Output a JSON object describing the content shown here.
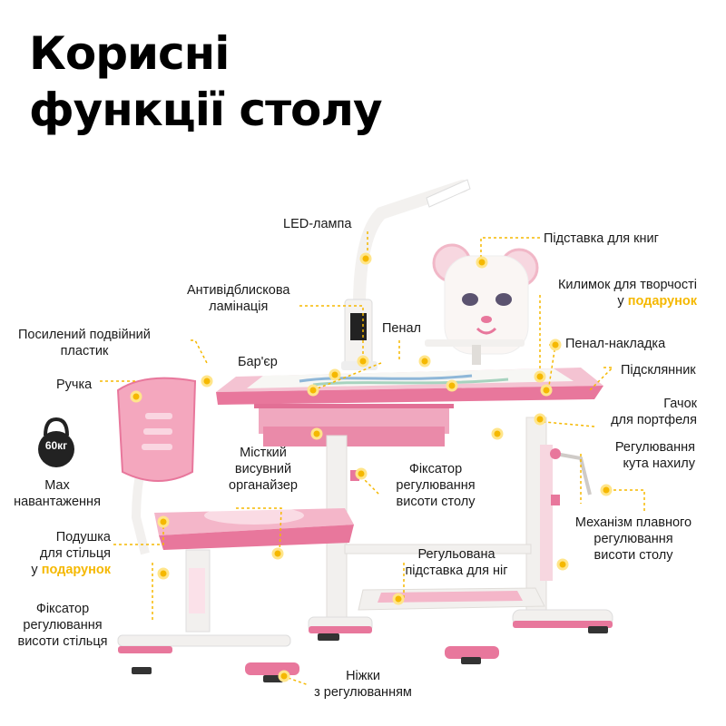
{
  "title": {
    "line1": "Корисні",
    "line2": "функції столу"
  },
  "weight_badge": {
    "text": "60кг",
    "icon": "kettlebell-icon"
  },
  "labels": {
    "led_lamp": "LED-лампа",
    "book_stand": "Підставка для книг",
    "anti_glare": [
      "Антивідблискова",
      "ламінація"
    ],
    "craft_mat_line1": "Килимок для творчості",
    "craft_mat_prefix": "у ",
    "craft_mat_gift": "подарунок",
    "reinforced_plastic": [
      "Посилений подвійний",
      "пластик"
    ],
    "pencil_case": "Пенал",
    "pencil_overlay": "Пенал-накладка",
    "barrier": "Бар'єр",
    "cup_holder": "Підсклянник",
    "handle": "Ручка",
    "bag_hook": [
      "Гачок",
      "для портфеля"
    ],
    "organizer": [
      "Місткий",
      "висувний",
      "органайзер"
    ],
    "tilt_adjust": [
      "Регулювання",
      "кута нахилу"
    ],
    "max_load": [
      "Max",
      "навантаження"
    ],
    "desk_height_lock": [
      "Фіксатор",
      "регулювання",
      "висоти столу"
    ],
    "smooth_mechanism": [
      "Механізм плавного",
      "регулювання",
      "висоти столу"
    ],
    "cushion_line1": "Подушка",
    "cushion_line2": "для стільця",
    "cushion_prefix": "у ",
    "cushion_gift": "подарунок",
    "footrest": [
      "Регульована",
      "підставка для ніг"
    ],
    "chair_height_lock": [
      "Фіксатор",
      "регулювання",
      "висоти стільця"
    ],
    "legs": [
      "Ніжки",
      "з регулюванням"
    ]
  },
  "colors": {
    "accent": "#f5b800",
    "pink": "#e8779c",
    "light_pink": "#f4b6c9",
    "frame": "#f2f0ee",
    "title": "#000000"
  }
}
